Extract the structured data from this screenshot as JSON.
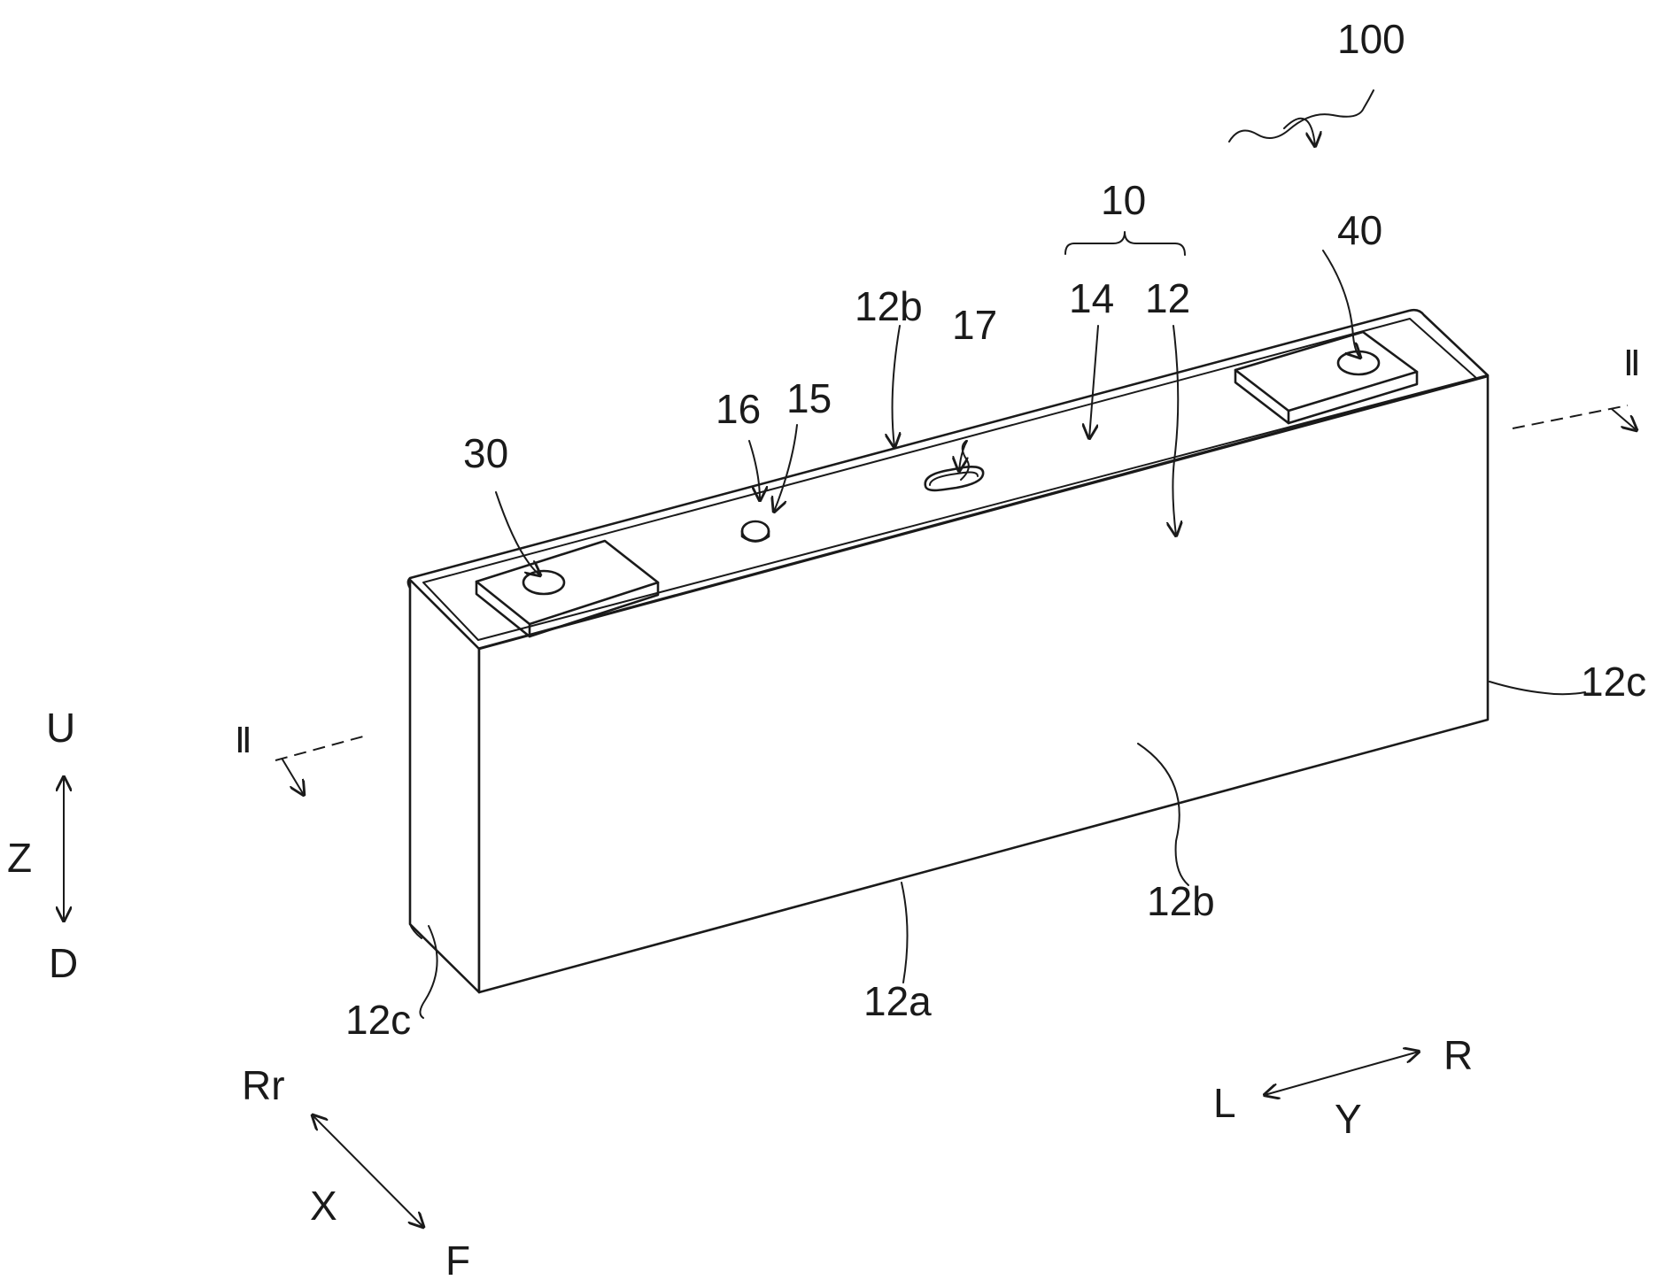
{
  "figure": {
    "device_ref": "100",
    "case_ref": "10",
    "body_ref": "12",
    "bottom_ref": "12a",
    "wide_side_top_ref": "12b",
    "wide_side_front_ref": "12b",
    "narrow_side_right_ref": "12c",
    "narrow_side_left_ref": "12c",
    "lid_ref": "14",
    "port_ref": "15",
    "plug_ref": "16",
    "vent_ref": "17",
    "neg_terminal_ref": "30",
    "pos_terminal_ref": "40",
    "section_mark_right": "Ⅱ",
    "section_mark_left": "Ⅱ"
  },
  "axes": {
    "vertical": {
      "axis": "Z",
      "pos": "U",
      "neg": "D"
    },
    "lateral": {
      "axis": "Y",
      "pos": "R",
      "neg": "L"
    },
    "depth": {
      "axis": "X",
      "pos": "F",
      "neg": "Rr"
    }
  },
  "colors": {
    "line": "#1a1a1a",
    "background": "#ffffff"
  }
}
